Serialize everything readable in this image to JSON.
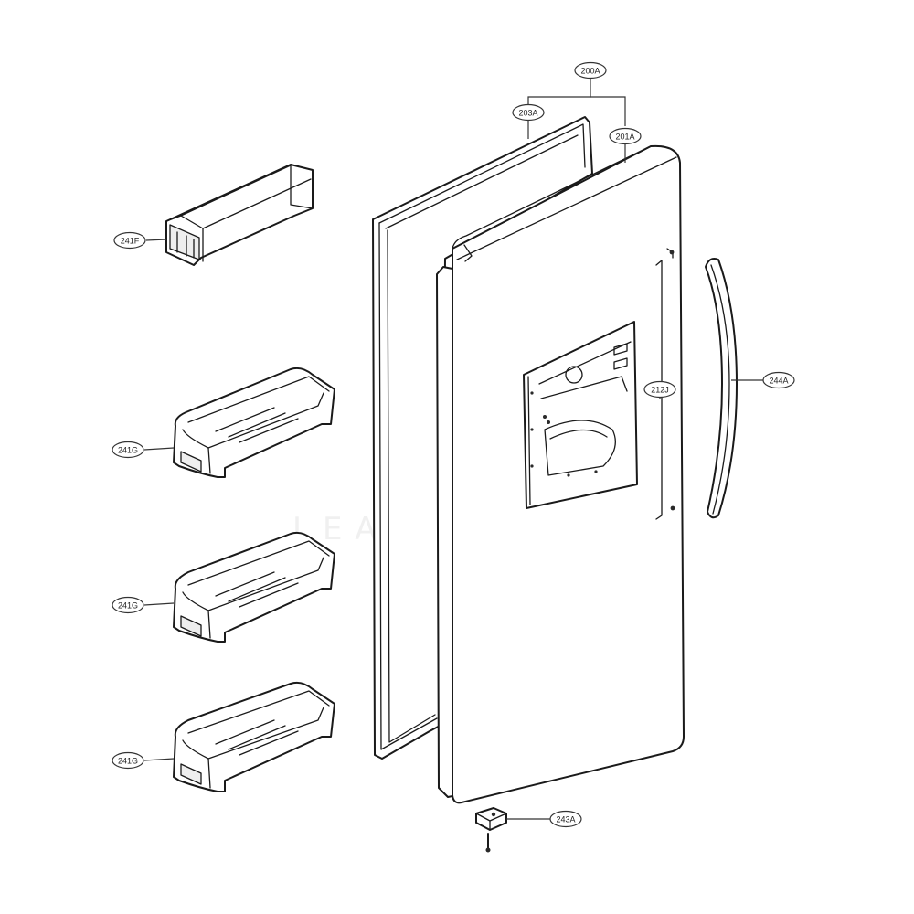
{
  "callouts": {
    "c200A": "200A",
    "c203A": "203A",
    "c201A": "201A",
    "c241F": "241F",
    "c244A": "244A",
    "c212J": "212J",
    "c241G_1": "241G",
    "c241G_2": "241G",
    "c241G_3": "241G",
    "c243A": "243A"
  },
  "watermark": "LEADVENTURE",
  "colors": {
    "line": "#1a1a1a",
    "background": "#ffffff",
    "watermark": "#f0f0f0"
  }
}
